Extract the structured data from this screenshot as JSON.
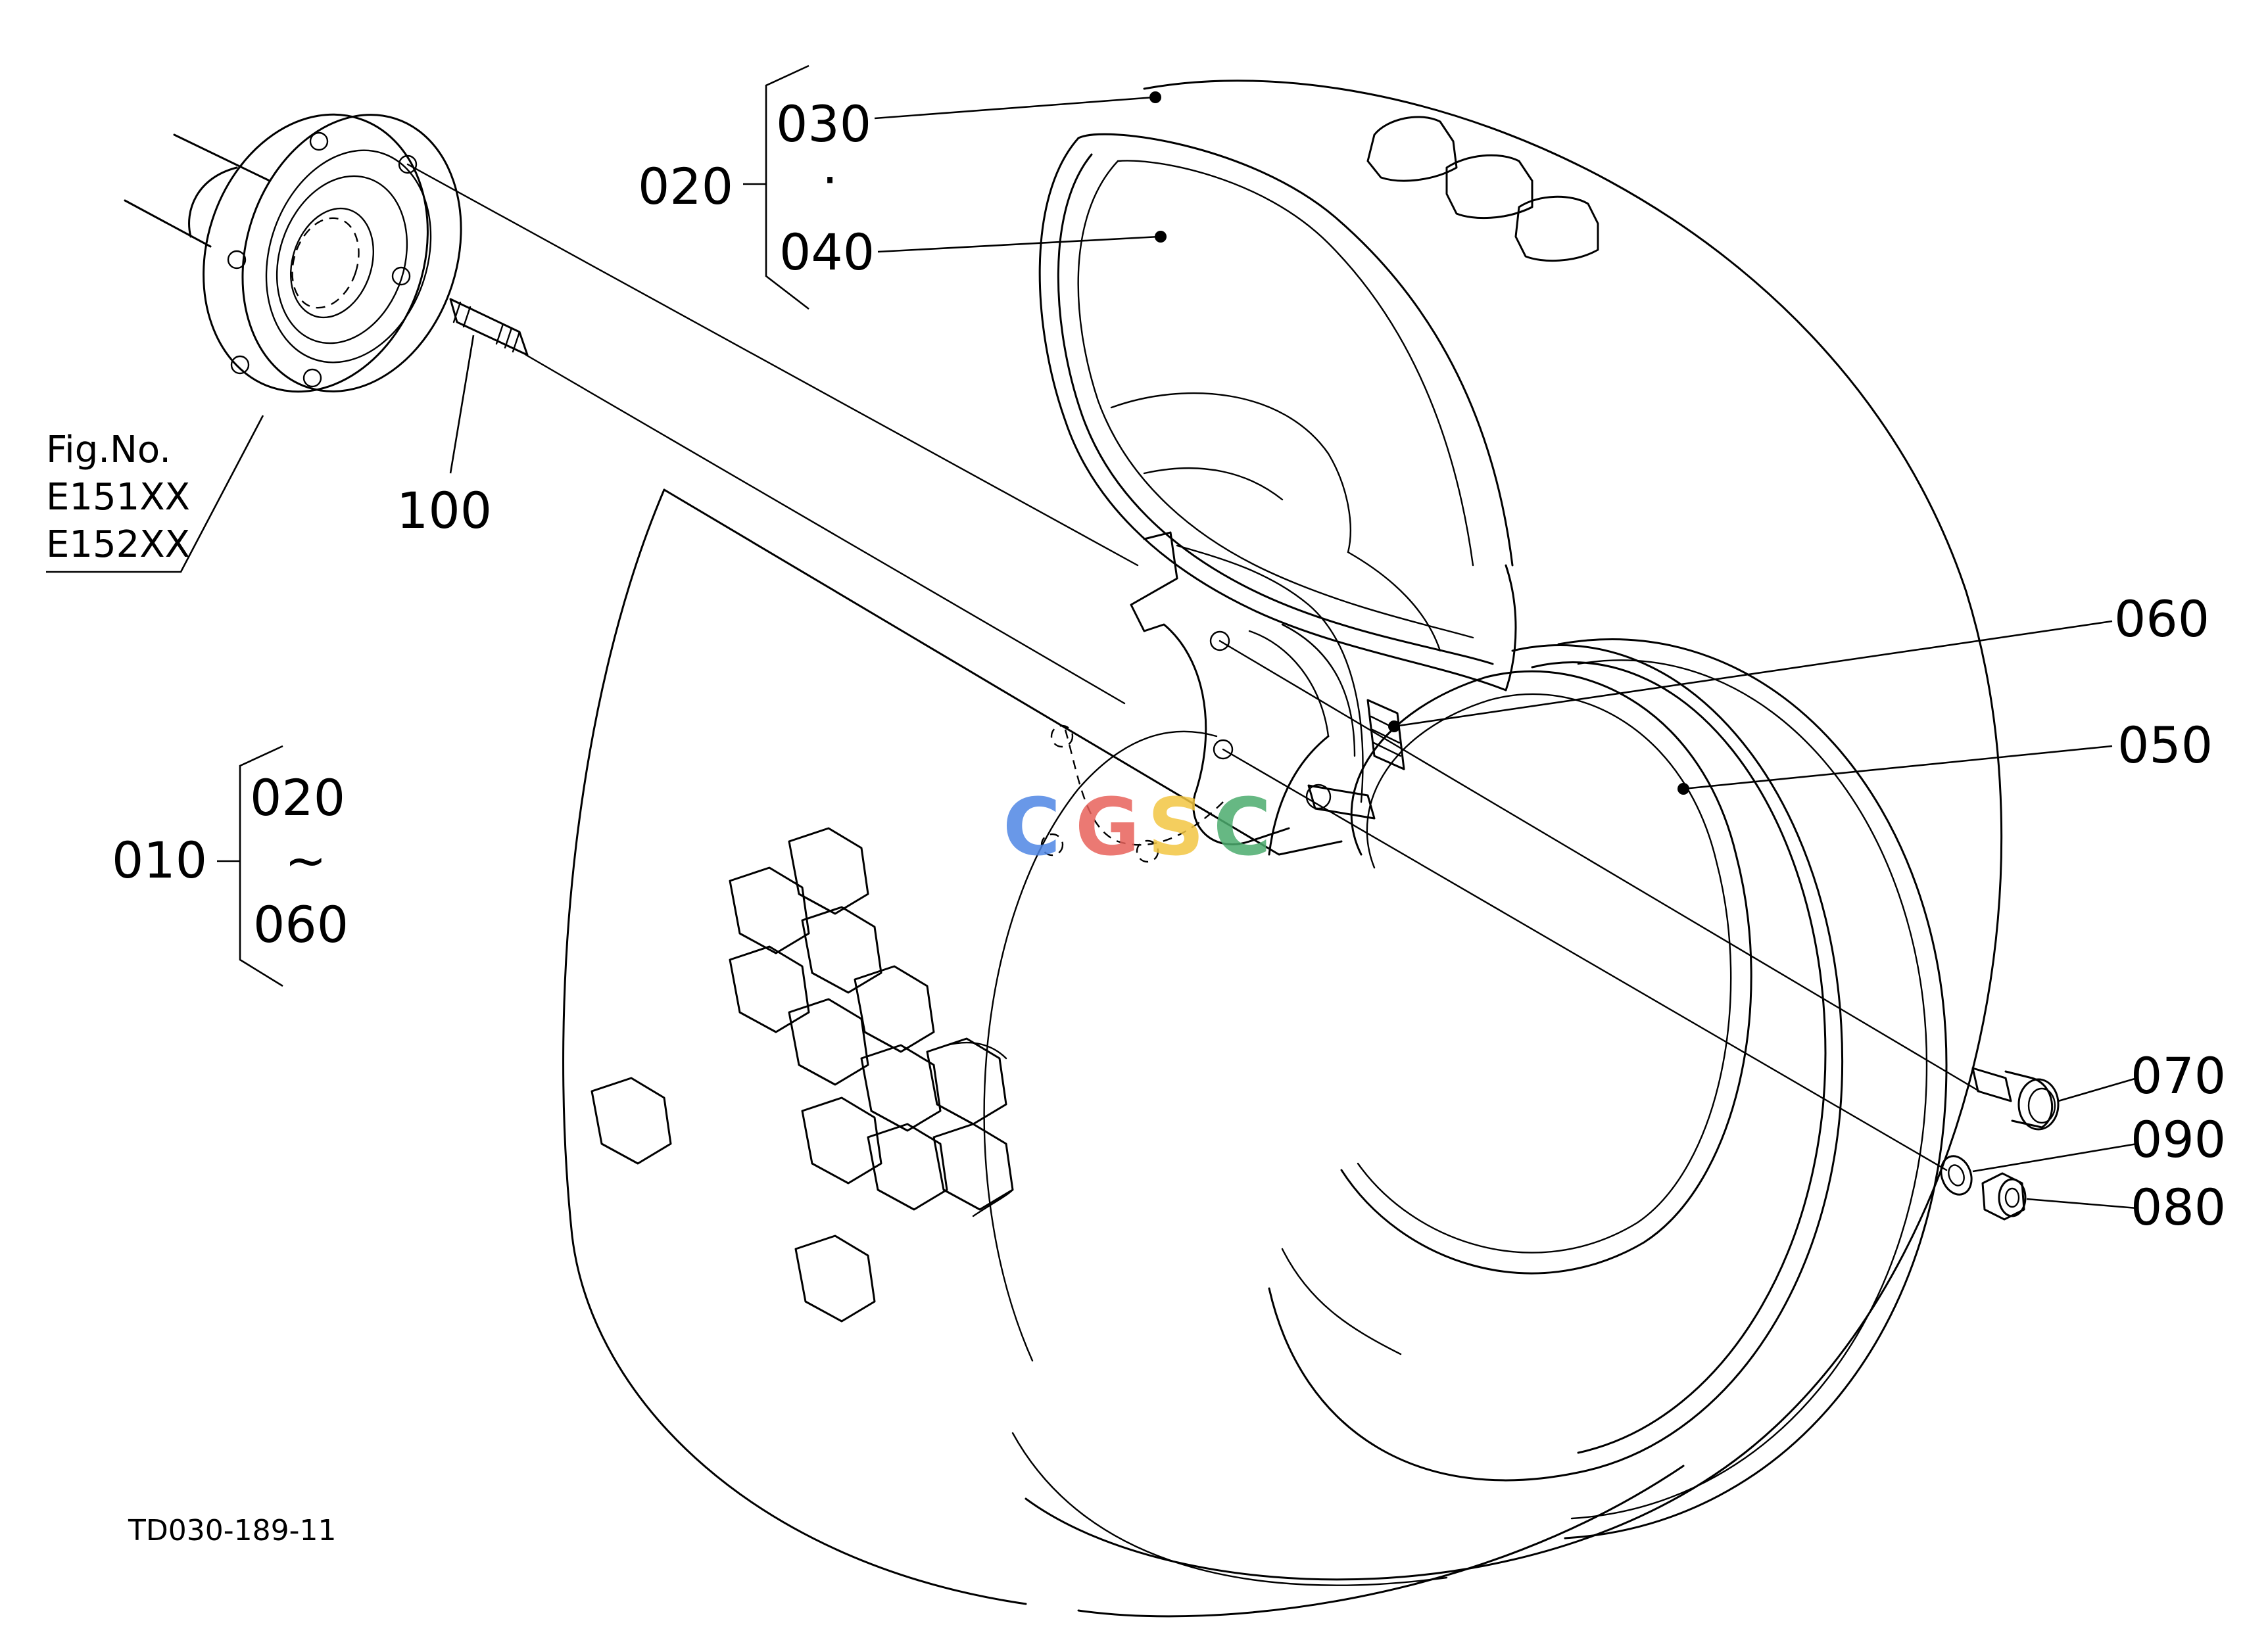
{
  "figure_refs": {
    "title": "Fig.No.",
    "items": [
      "E151XX",
      "E152XX"
    ]
  },
  "drawing_id": "TD030-189-11",
  "callouts": {
    "p030": "030",
    "p040": "040",
    "p020": "020",
    "group_dot": "·",
    "p100": "100",
    "p060": "060",
    "p050": "050",
    "p070": "070",
    "p090": "090",
    "p080": "080",
    "p010": "010",
    "range_from": "020",
    "range_sep": "~",
    "range_to": "060"
  },
  "watermark": {
    "letters": [
      "C",
      "G",
      "S",
      "C"
    ],
    "colors": [
      "#4f86e4",
      "#e8615a",
      "#f2c542",
      "#4bab6d"
    ]
  }
}
